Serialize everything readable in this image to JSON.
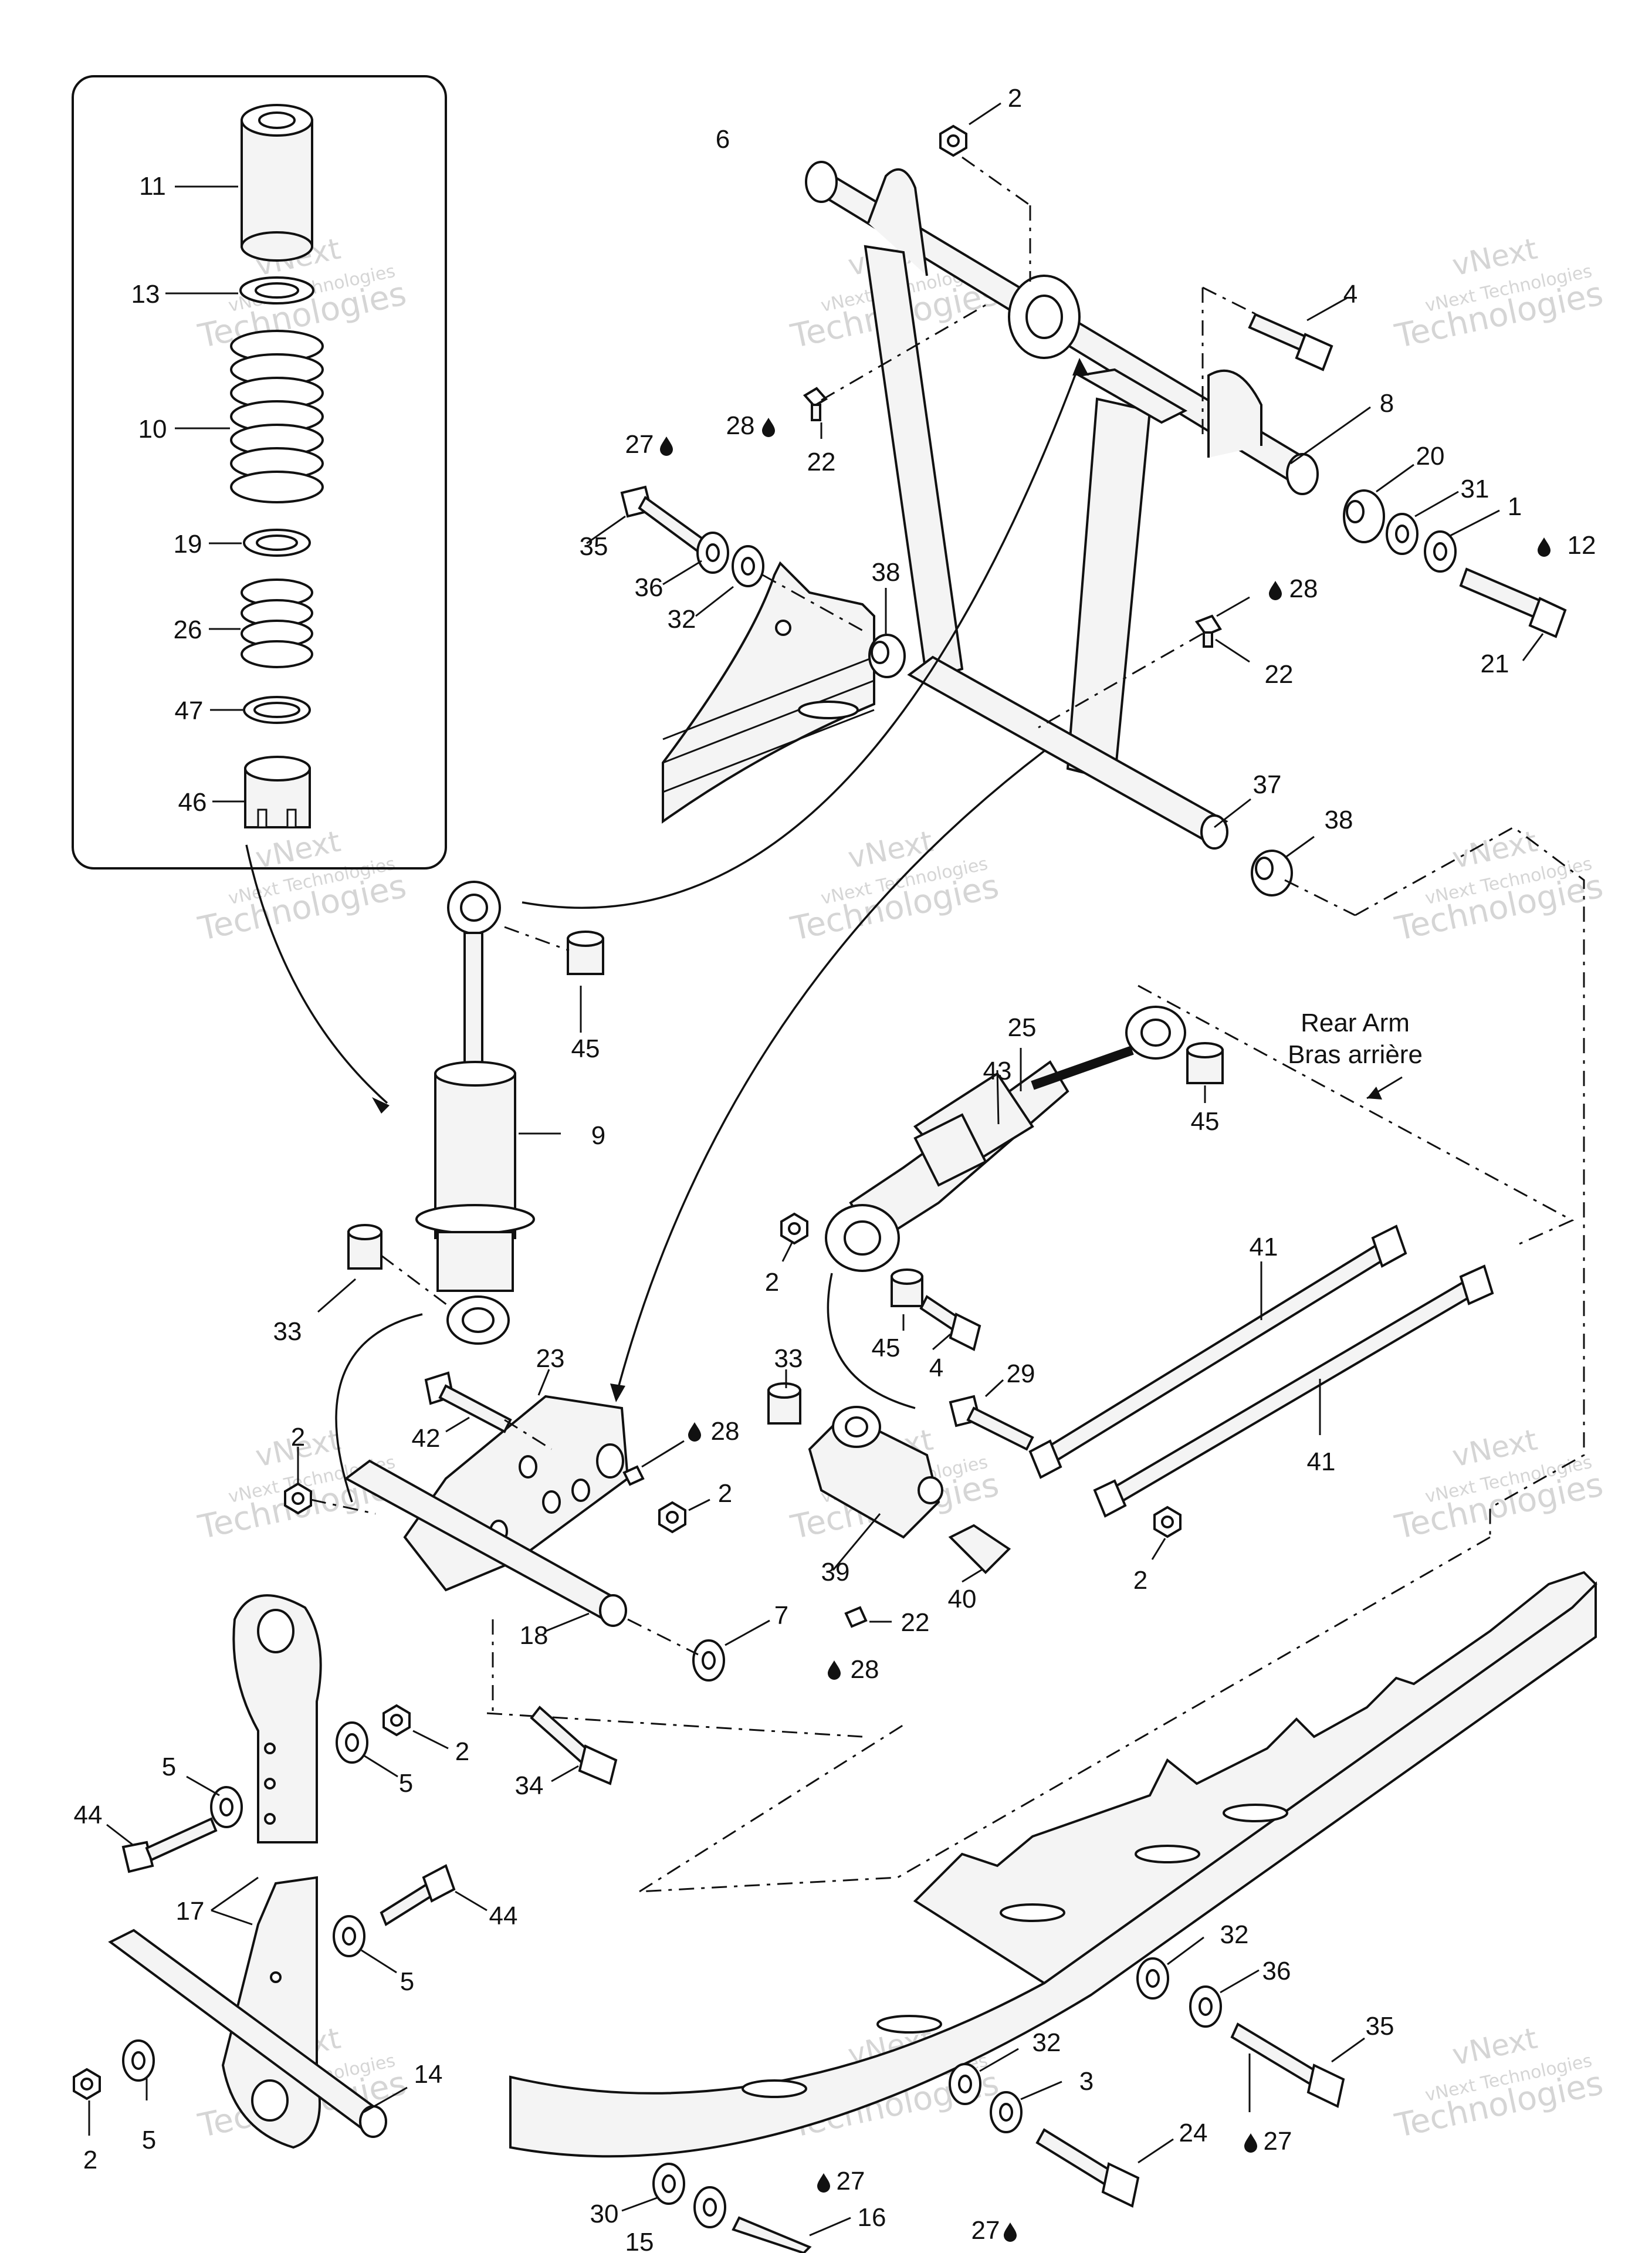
{
  "watermark": {
    "line1": "vNext",
    "line2": "vNext Technologies",
    "line3": "Technologies"
  },
  "reference": {
    "en": "Rear Arm",
    "fr": "Bras arrière"
  },
  "callouts": {
    "c1": "1",
    "c2": "2",
    "c3": "3",
    "c4": "4",
    "c5": "5",
    "c6": "6",
    "c7": "7",
    "c8": "8",
    "c9": "9",
    "c10": "10",
    "c11": "11",
    "c12": "12",
    "c13": "13",
    "c14": "14",
    "c15": "15",
    "c16": "16",
    "c17": "17",
    "c18": "18",
    "c19": "19",
    "c20": "20",
    "c21": "21",
    "c22": "22",
    "c23": "23",
    "c24": "24",
    "c25": "25",
    "c26": "26",
    "c27": "27",
    "c28": "28",
    "c29": "29",
    "c30": "30",
    "c31": "31",
    "c32": "32",
    "c33": "33",
    "c34": "34",
    "c35": "35",
    "c36": "36",
    "c37": "37",
    "c38": "38",
    "c39": "39",
    "c40": "40",
    "c41": "41",
    "c42": "42",
    "c43": "43",
    "c44": "44",
    "c45": "45",
    "c46": "46",
    "c47": "47"
  }
}
